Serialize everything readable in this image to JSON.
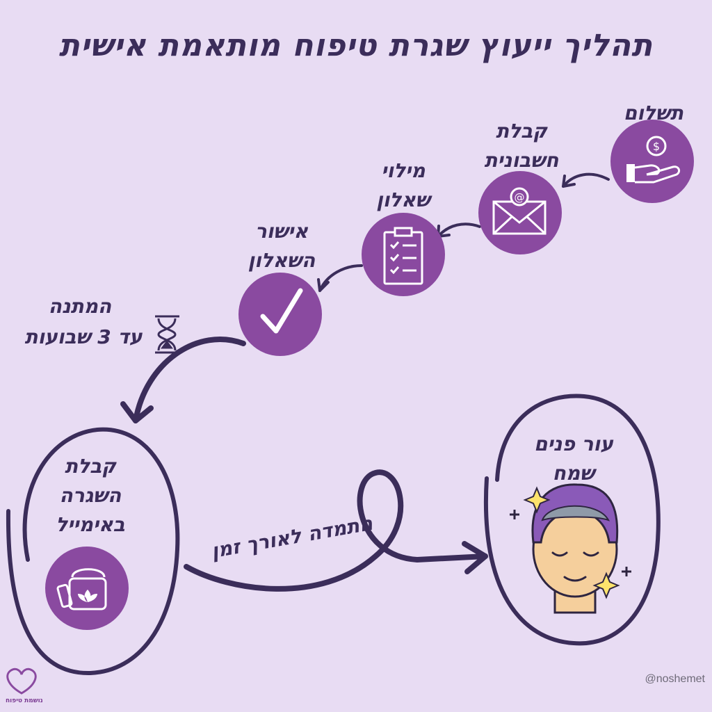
{
  "title": "תהליך ייעוץ שגרת טיפוח מותאמת אישית",
  "steps": {
    "payment": "תשלום",
    "invoice": "קבלת\nחשבונית",
    "questionnaire": "מילוי\nשאלון",
    "approval": "אישור\nהשאלון",
    "wait_title": "המתנה",
    "wait_detail": "עד 3 שבועות",
    "routine": "קבלת\nהשגרה\nבאימייל",
    "persistence": "התמדה לאורך זמן",
    "result": "עור פנים\nשמח"
  },
  "brand": {
    "handle": "@noshemet",
    "logo_text": "נושמת טיפוח"
  },
  "colors": {
    "background": "#e8dcf3",
    "circle": "#8a4aa0",
    "ink": "#3b2d5a"
  },
  "icons": [
    "hand-coin-icon",
    "envelope-icon",
    "clipboard-icon",
    "check-icon",
    "hourglass-icon",
    "cream-jar-icon",
    "happy-face-icon",
    "heart-logo-icon"
  ]
}
